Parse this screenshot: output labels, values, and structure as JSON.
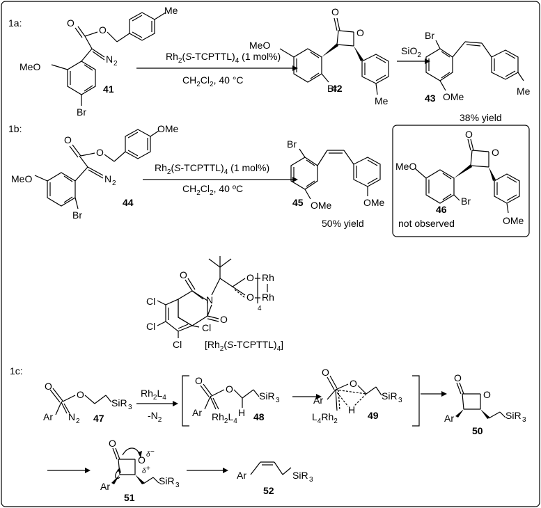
{
  "panels": {
    "a": {
      "label": "1a:"
    },
    "b": {
      "label": "1b:"
    },
    "c": {
      "label": "1c:"
    }
  },
  "frame": {
    "border_color": "#000000"
  },
  "atoms": {
    "O": "O",
    "N2": "N",
    "two": "2",
    "Me": "Me",
    "MeO": "MeO",
    "OMe": "OMe",
    "Br": "Br",
    "Cl": "Cl",
    "Rh": "Rh",
    "N": "N",
    "H": "H",
    "Ar": "Ar",
    "SiR3": "SiR",
    "three": "3",
    "four": "4",
    "Rh2L4": "Rh",
    "L4": "L",
    "L4Rh2": "L",
    "delta_minus": "δ",
    "minus": "−",
    "delta_plus": "δ",
    "plus": "+",
    "ArSub": "Ar"
  },
  "compounds": {
    "c41": "41",
    "c42": "42",
    "c43": "43",
    "c44": "44",
    "c45": "45",
    "c46": "46",
    "c47": "47",
    "c48": "48",
    "c49": "49",
    "c50": "50",
    "c51": "51",
    "c52": "52"
  },
  "conditions": {
    "a_cat_pre": "Rh",
    "a_cat_sub": "2",
    "a_cat_open": "(",
    "a_cat_S": "S",
    "a_cat_rest": "-TCPTTL)",
    "a_cat_sub4": "4",
    "a_cat_load": " (1 mol%)",
    "a_solv": "CH",
    "a_solv_sub": "2",
    "a_solv2": "Cl",
    "a_solv_sub2": "2",
    "a_solv_rest": ", 40 °C",
    "a_silica": "SiO",
    "a_silica_sub": "2",
    "a_yield": "38% yield",
    "b_cat_pre": "Rh",
    "b_cat_sub": "2",
    "b_cat_open": "(",
    "b_cat_S": "S",
    "b_cat_rest": "-TCPTTL)",
    "b_cat_sub4": "4",
    "b_cat_load": " (1 mol%)",
    "b_solv": "CH",
    "b_solv_sub": "2",
    "b_solv2": "Cl",
    "b_solv_sub2": "2",
    "b_solv_rest": ", 40 ºC",
    "b_yield": "50% yield",
    "b_not_observed": "not observed",
    "cat_name_pre": "[Rh",
    "cat_name_sub": "2",
    "cat_name_open": "(",
    "cat_name_S": "S",
    "cat_name_rest": "-TCPTTL)",
    "cat_name_sub4": "4",
    "cat_name_close": "]",
    "c_reagent": "Rh",
    "c_reagent_sub": "2",
    "c_reagent2": "L",
    "c_reagent_sub2": "4",
    "c_loss": "-N",
    "c_loss_sub": "2"
  }
}
